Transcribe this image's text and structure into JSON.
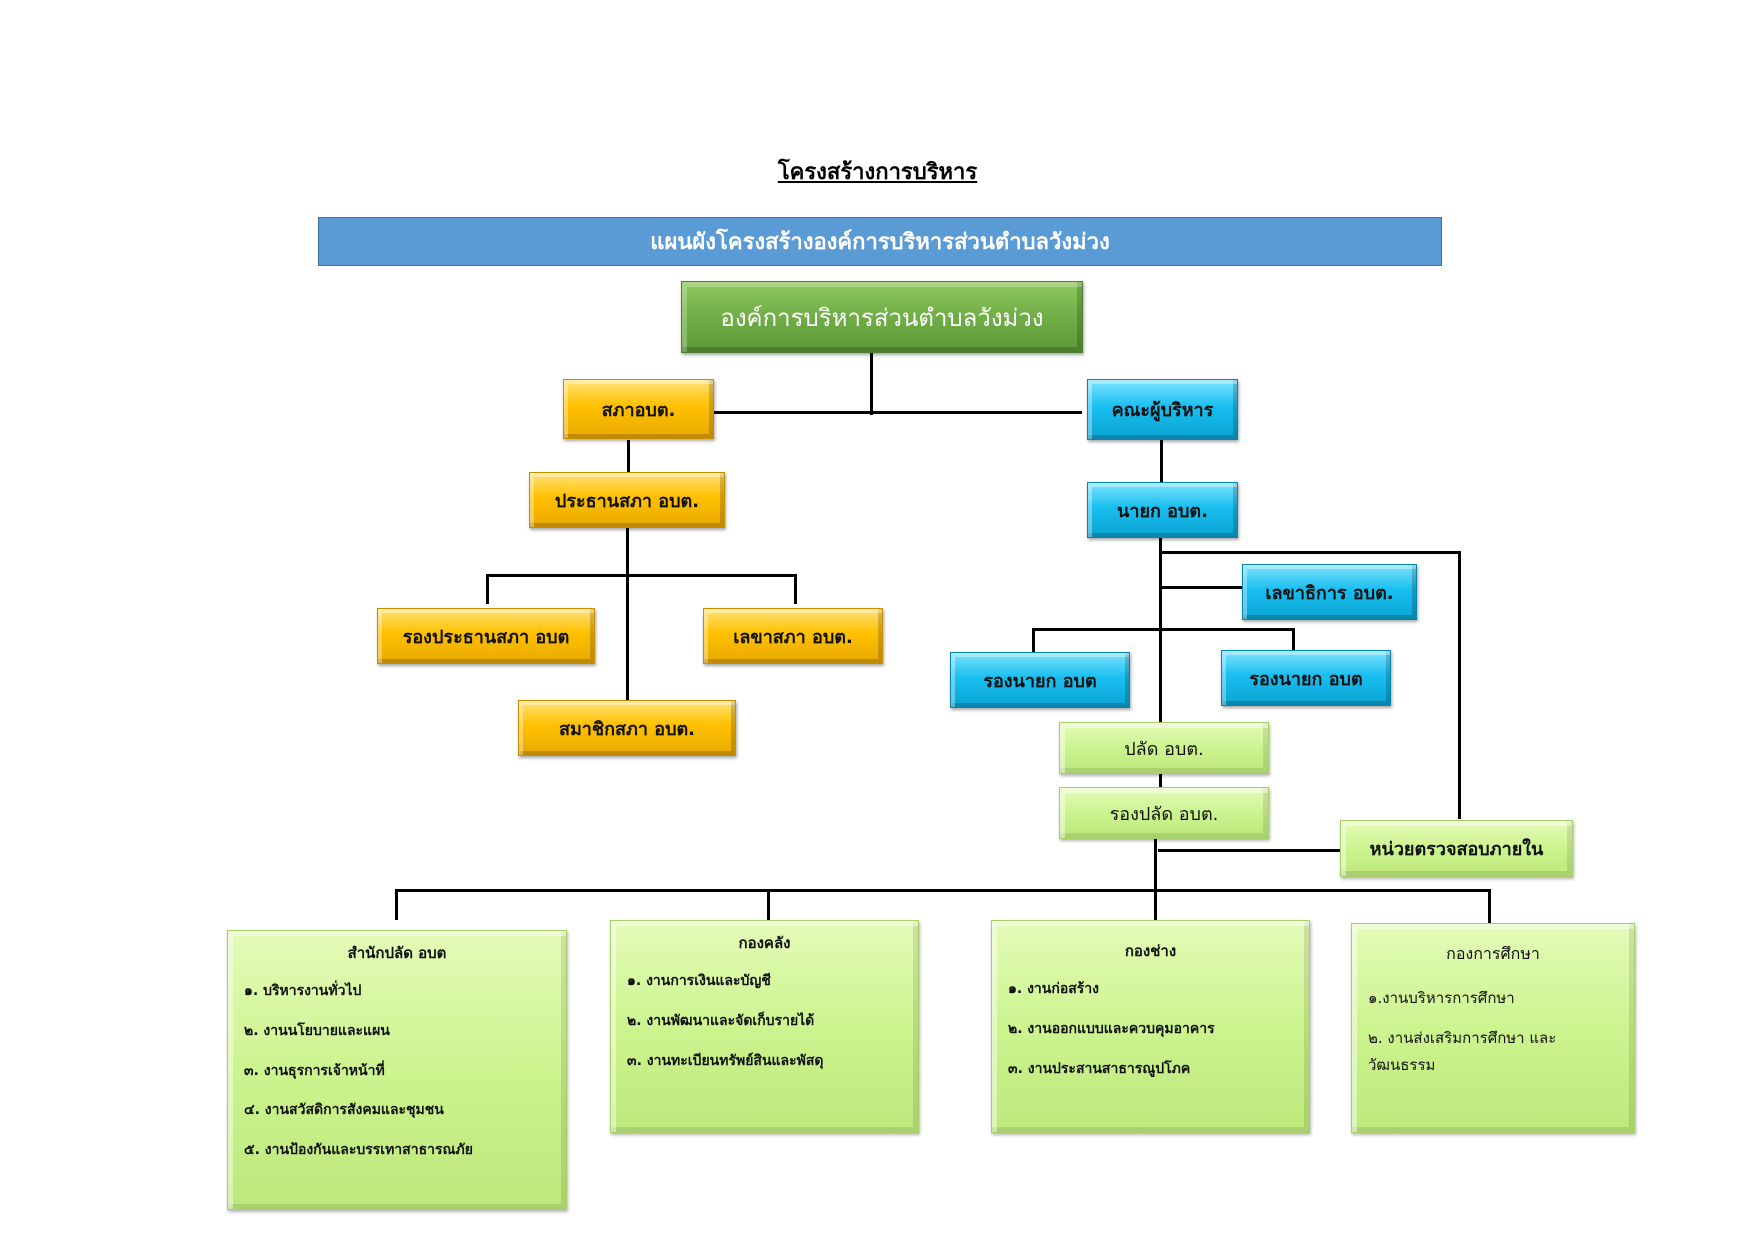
{
  "title": "โครงสร้างการบริหาร",
  "banner": "แผนผังโครงสร้างองค์การบริหารส่วนตำบลวังม่วง",
  "root": "องค์การบริหารส่วนตำบลวังม่วง",
  "council": {
    "name": "สภาอบต.",
    "president": "ประธานสภา อบต.",
    "vice_president": "รองประธานสภา อบต",
    "secretary": "เลขาสภา อบต.",
    "member": "สมาชิกสภา อบต."
  },
  "executive": {
    "name": "คณะผู้บริหาร",
    "mayor": "นายก อบต.",
    "secretary": "เลขาธิการ อบต.",
    "deputy_left": "รองนายก อบต",
    "deputy_right": "รองนายก อบต"
  },
  "admin": {
    "palad": "ปลัด อบต.",
    "deputy_palad": "รองปลัด อบต.",
    "internal_audit": "หน่วยตรวจสอบภายใน"
  },
  "departments": [
    {
      "title": "สำนักปลัด อบต",
      "items": [
        "๑. บริหารงานทั่วไป",
        "๒. งานนโยบายและแผน",
        "๓. งานธุรการเจ้าหน้าที่",
        "๔. งานสวัสดิการสังคมและชุมชน",
        "๕. งานป้องกันและบรรเทาสาธารณภัย"
      ]
    },
    {
      "title": "กองคลัง",
      "items": [
        "๑. งานการเงินและบัญชี",
        "๒. งานพัฒนาและจัดเก็บรายได้",
        "๓. งานทะเบียนทรัพย์สินและพัสดุ"
      ]
    },
    {
      "title": "กองช่าง",
      "items": [
        "๑. งานก่อสร้าง",
        "๒. งานออกแบบและควบคุมอาคาร",
        "๓. งานประสานสาธารณูปโภค"
      ]
    },
    {
      "title": "กองการศึกษา",
      "items": [
        "๑.งานบริหารการศึกษา",
        "๒. งานส่งเสริมการศึกษา และวัฒนธรรม"
      ]
    }
  ]
}
